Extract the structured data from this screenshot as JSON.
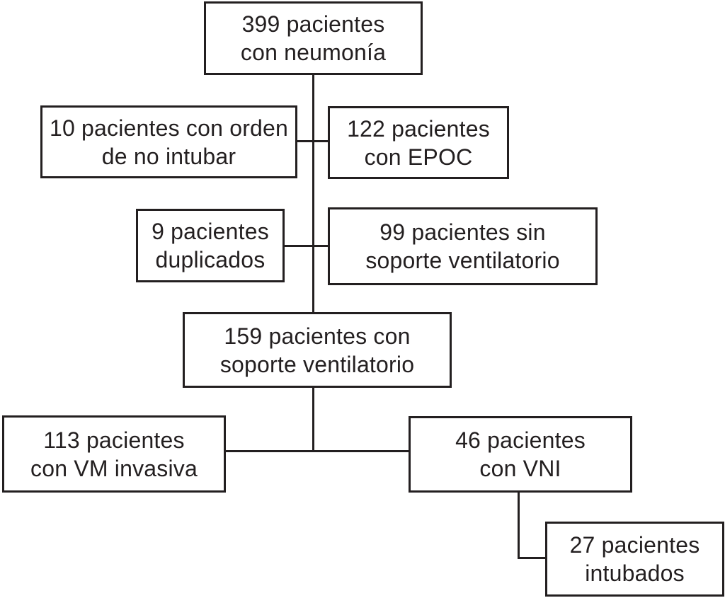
{
  "diagram": {
    "type": "flowchart",
    "language": "es",
    "colors": {
      "ink": "#231f20",
      "background": "#ffffff"
    },
    "nodes": [
      {
        "id": "neumonia",
        "count": "399",
        "text": "399 pacientes\ncon neumonía"
      },
      {
        "id": "orden-no-intubar",
        "count": "10",
        "text": "10 pacientes con orden\nde no intubar"
      },
      {
        "id": "epoc",
        "count": "122",
        "text": "122 pacientes\ncon EPOC"
      },
      {
        "id": "duplicados",
        "count": "9",
        "text": "9 pacientes\nduplicados"
      },
      {
        "id": "sin-soporte",
        "count": "99",
        "text": "99 pacientes sin\nsoporte ventilatorio"
      },
      {
        "id": "soporte",
        "count": "159",
        "text": "159 pacientes con\nsoporte ventilatorio"
      },
      {
        "id": "vm-invasiva",
        "count": "113",
        "text": "113 pacientes\ncon VM invasiva"
      },
      {
        "id": "vni",
        "count": "46",
        "text": "46 pacientes\ncon VNI"
      },
      {
        "id": "intubados",
        "count": "27",
        "text": "27 pacientes\nintubados"
      }
    ],
    "edges": [
      {
        "from": "neumonia",
        "to": "soporte"
      },
      {
        "from": "neumonia",
        "to": "orden-no-intubar",
        "type": "exclusion"
      },
      {
        "from": "neumonia",
        "to": "epoc",
        "type": "exclusion"
      },
      {
        "from": "neumonia",
        "to": "duplicados",
        "type": "exclusion"
      },
      {
        "from": "neumonia",
        "to": "sin-soporte",
        "type": "exclusion"
      },
      {
        "from": "soporte",
        "to": "vm-invasiva"
      },
      {
        "from": "soporte",
        "to": "vni"
      },
      {
        "from": "vni",
        "to": "intubados"
      }
    ]
  }
}
